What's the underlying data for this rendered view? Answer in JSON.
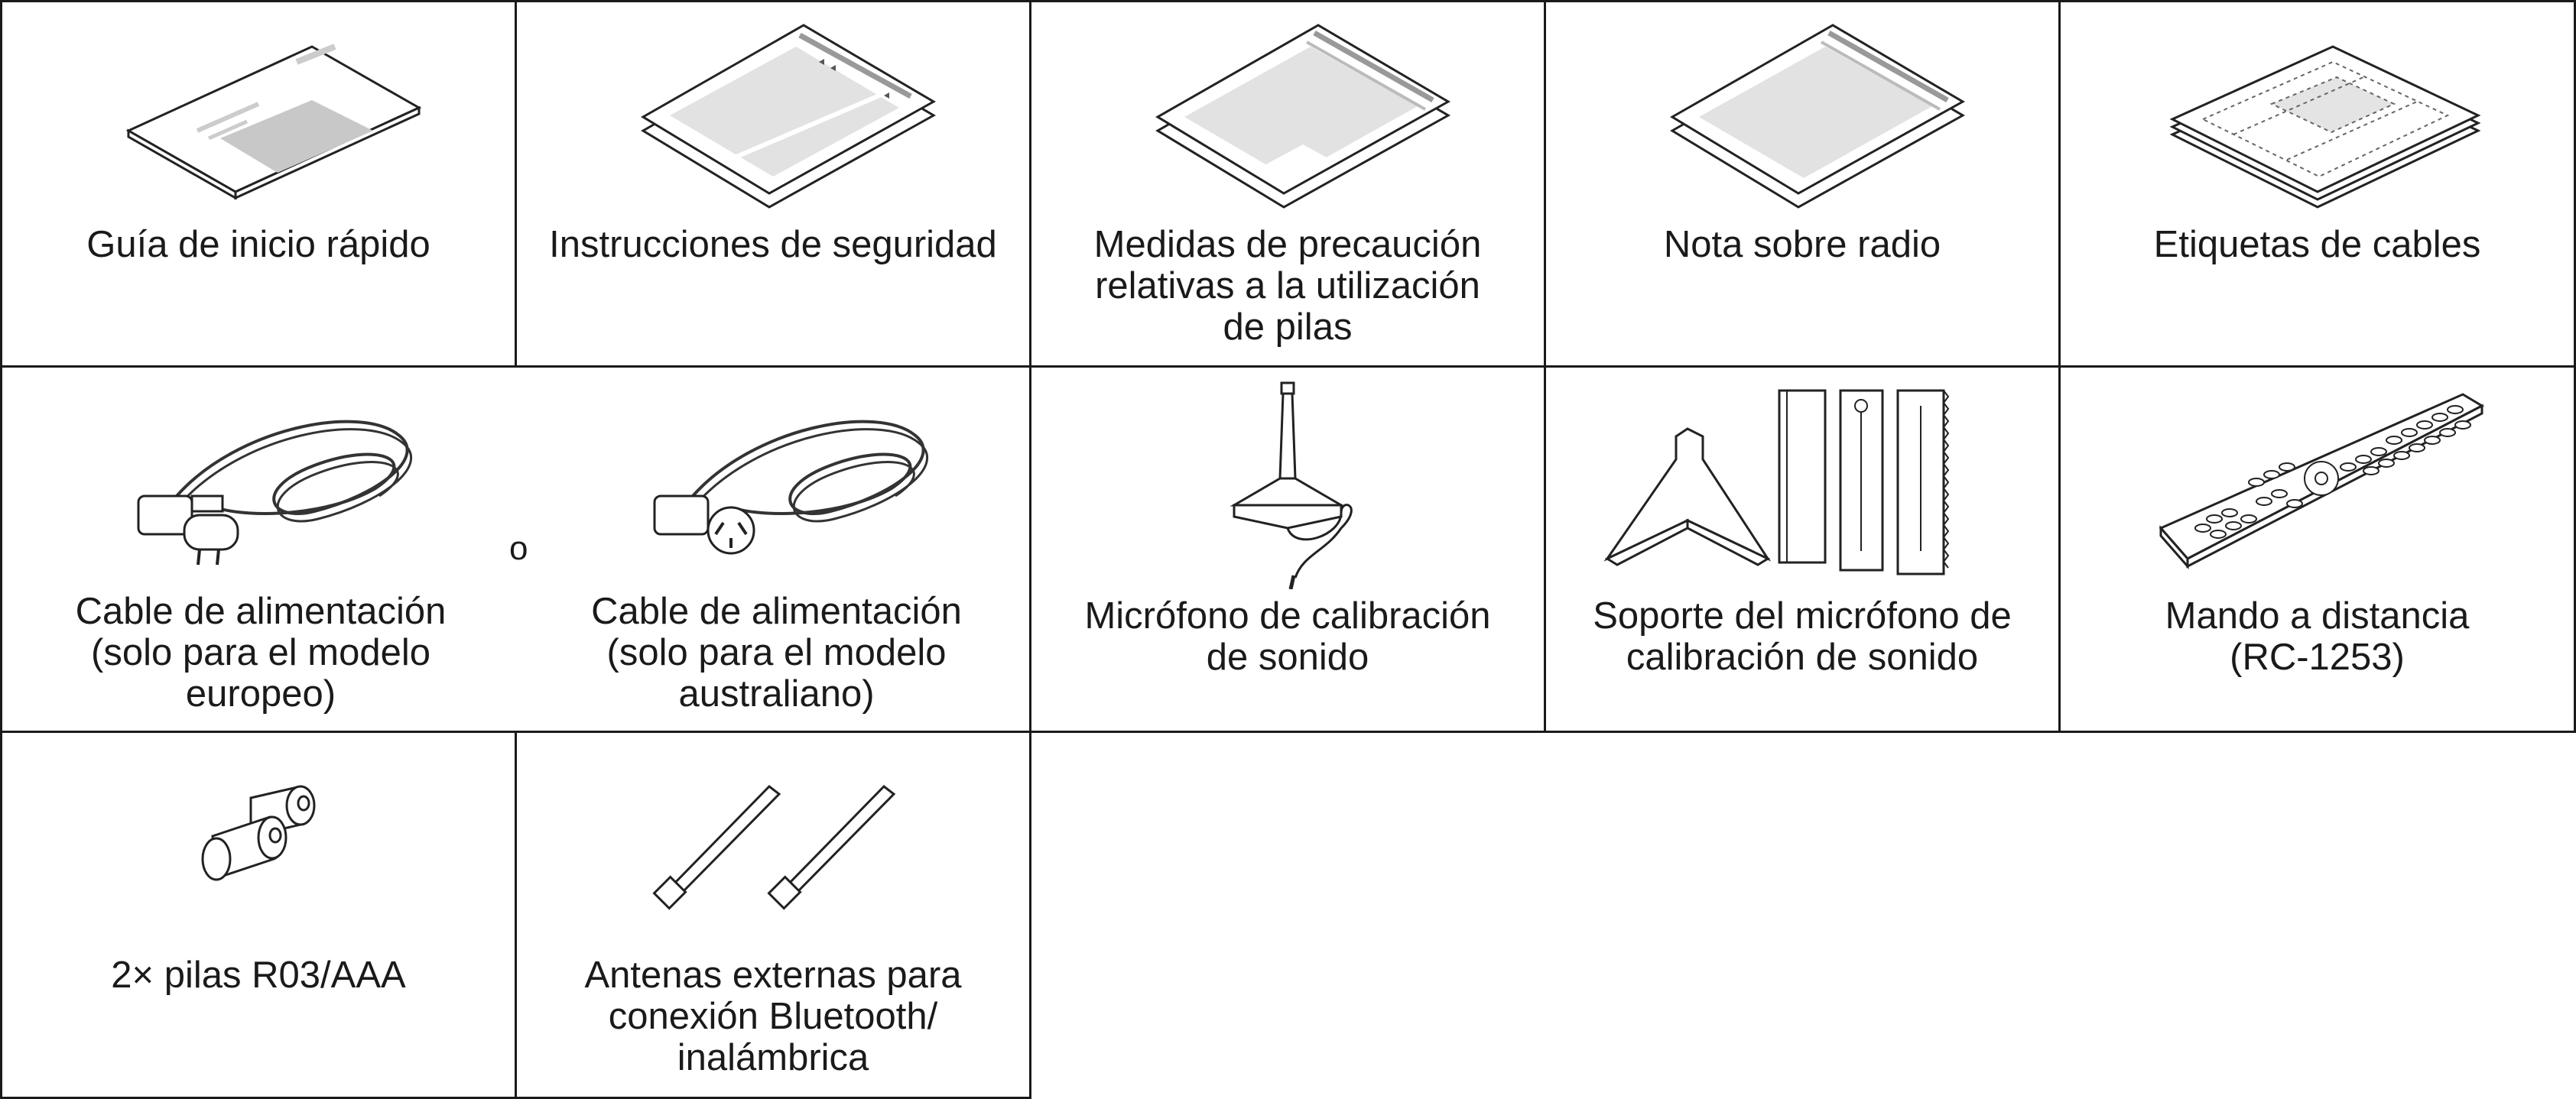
{
  "items": {
    "quick_start": {
      "lines": [
        "Guía de inicio rápido"
      ]
    },
    "safety": {
      "lines": [
        "Instrucciones de seguridad"
      ]
    },
    "battery_precautions": {
      "lines": [
        "Medidas de precaución",
        "relativas a la utilización",
        "de pilas"
      ]
    },
    "radio_note": {
      "lines": [
        "Nota sobre radio"
      ]
    },
    "cable_labels": {
      "lines": [
        "Etiquetas de cables"
      ]
    },
    "power_cord_eu": {
      "lines": [
        "Cable de alimentación",
        "(solo para el modelo",
        "europeo)"
      ]
    },
    "or_text": "o",
    "power_cord_au": {
      "lines": [
        "Cable de alimentación",
        "(solo para el modelo",
        "australiano)"
      ]
    },
    "microphone": {
      "lines": [
        "Micrófono de calibración",
        "de sonido"
      ]
    },
    "mic_stand": {
      "lines": [
        "Soporte del micrófono de",
        "calibración de sonido"
      ]
    },
    "remote": {
      "lines": [
        "Mando a distancia",
        "(RC-1253)"
      ]
    },
    "batteries": {
      "lines": [
        "2× pilas R03/AAA"
      ]
    },
    "antennas": {
      "lines": [
        "Antenas externas para",
        "conexión Bluetooth/",
        "inalámbrica"
      ]
    }
  },
  "icons": {
    "quick_start": "booklet-icon",
    "safety": "folded-sheet-icon",
    "battery_precautions": "folded-sheet-icon",
    "radio_note": "folded-sheet-icon",
    "cable_labels": "label-sheet-icon",
    "power_cord_eu": "power-cord-eu-icon",
    "power_cord_au": "power-cord-au-icon",
    "microphone": "microphone-icon",
    "mic_stand": "mic-stand-icon",
    "remote": "remote-control-icon",
    "batteries": "batteries-icon",
    "antennas": "antennas-icon"
  }
}
